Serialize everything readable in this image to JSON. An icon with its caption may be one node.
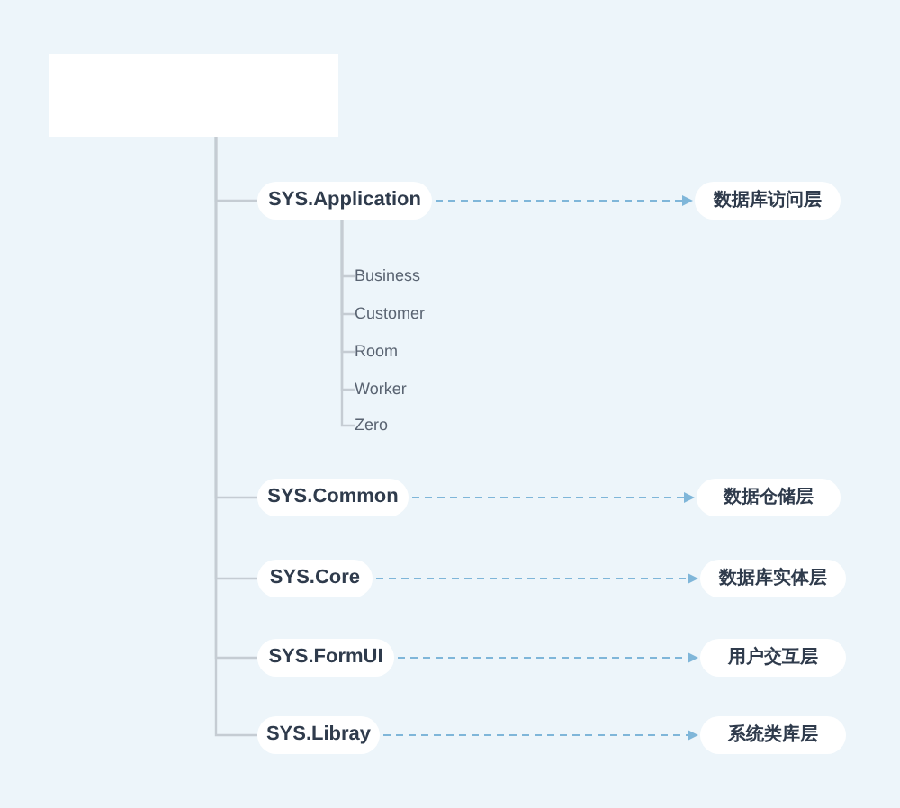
{
  "diagram": {
    "nodes": [
      {
        "text": [],
        "shape": "box"
      },
      {
        "text": [
          "SYS.Application"
        ]
      },
      {
        "text": [
          "数据库访问层"
        ]
      },
      {
        "text": [
          "Business"
        ]
      },
      {
        "text": [
          "Customer"
        ]
      },
      {
        "text": [
          "Room"
        ]
      },
      {
        "text": [
          "Worker"
        ]
      },
      {
        "text": [
          "Zero"
        ]
      },
      {
        "text": [
          "SYS.Common"
        ]
      },
      {
        "text": [
          "数据仓储层"
        ]
      },
      {
        "text": [
          "SYS.Core"
        ]
      },
      {
        "text": [
          "数据库实体层"
        ]
      },
      {
        "text": [
          "SYS.FormUI"
        ]
      },
      {
        "text": [
          "用户交互层"
        ]
      },
      {
        "text": [
          "SYS.Libray"
        ]
      },
      {
        "text": [
          "系统类库层"
        ]
      }
    ],
    "edges": [
      {
        "from": 0,
        "to": 1,
        "arrow": "none"
      },
      {
        "from": 0,
        "to": 8,
        "arrow": "none"
      },
      {
        "from": 0,
        "to": 10,
        "arrow": "none"
      },
      {
        "from": 0,
        "to": 12,
        "arrow": "none"
      },
      {
        "from": 0,
        "to": 14,
        "arrow": "none"
      },
      {
        "from": 1,
        "to": 3,
        "arrow": "none"
      },
      {
        "from": 1,
        "to": 4,
        "arrow": "none"
      },
      {
        "from": 1,
        "to": 5,
        "arrow": "none"
      },
      {
        "from": 1,
        "to": 6,
        "arrow": "none"
      },
      {
        "from": 1,
        "to": 7,
        "arrow": "none"
      },
      {
        "from": 1,
        "to": 2,
        "arrow": "to",
        "style": "dashed",
        "color": "#7fb6d9"
      },
      {
        "from": 8,
        "to": 9,
        "arrow": "to",
        "style": "dashed",
        "color": "#7fb6d9"
      },
      {
        "from": 10,
        "to": 11,
        "arrow": "to",
        "style": "dashed",
        "color": "#7fb6d9"
      },
      {
        "from": 12,
        "to": 13,
        "arrow": "to",
        "style": "dashed",
        "color": "#7fb6d9"
      },
      {
        "from": 14,
        "to": 15,
        "arrow": "to",
        "style": "dashed",
        "color": "#7fb6d9"
      }
    ]
  }
}
